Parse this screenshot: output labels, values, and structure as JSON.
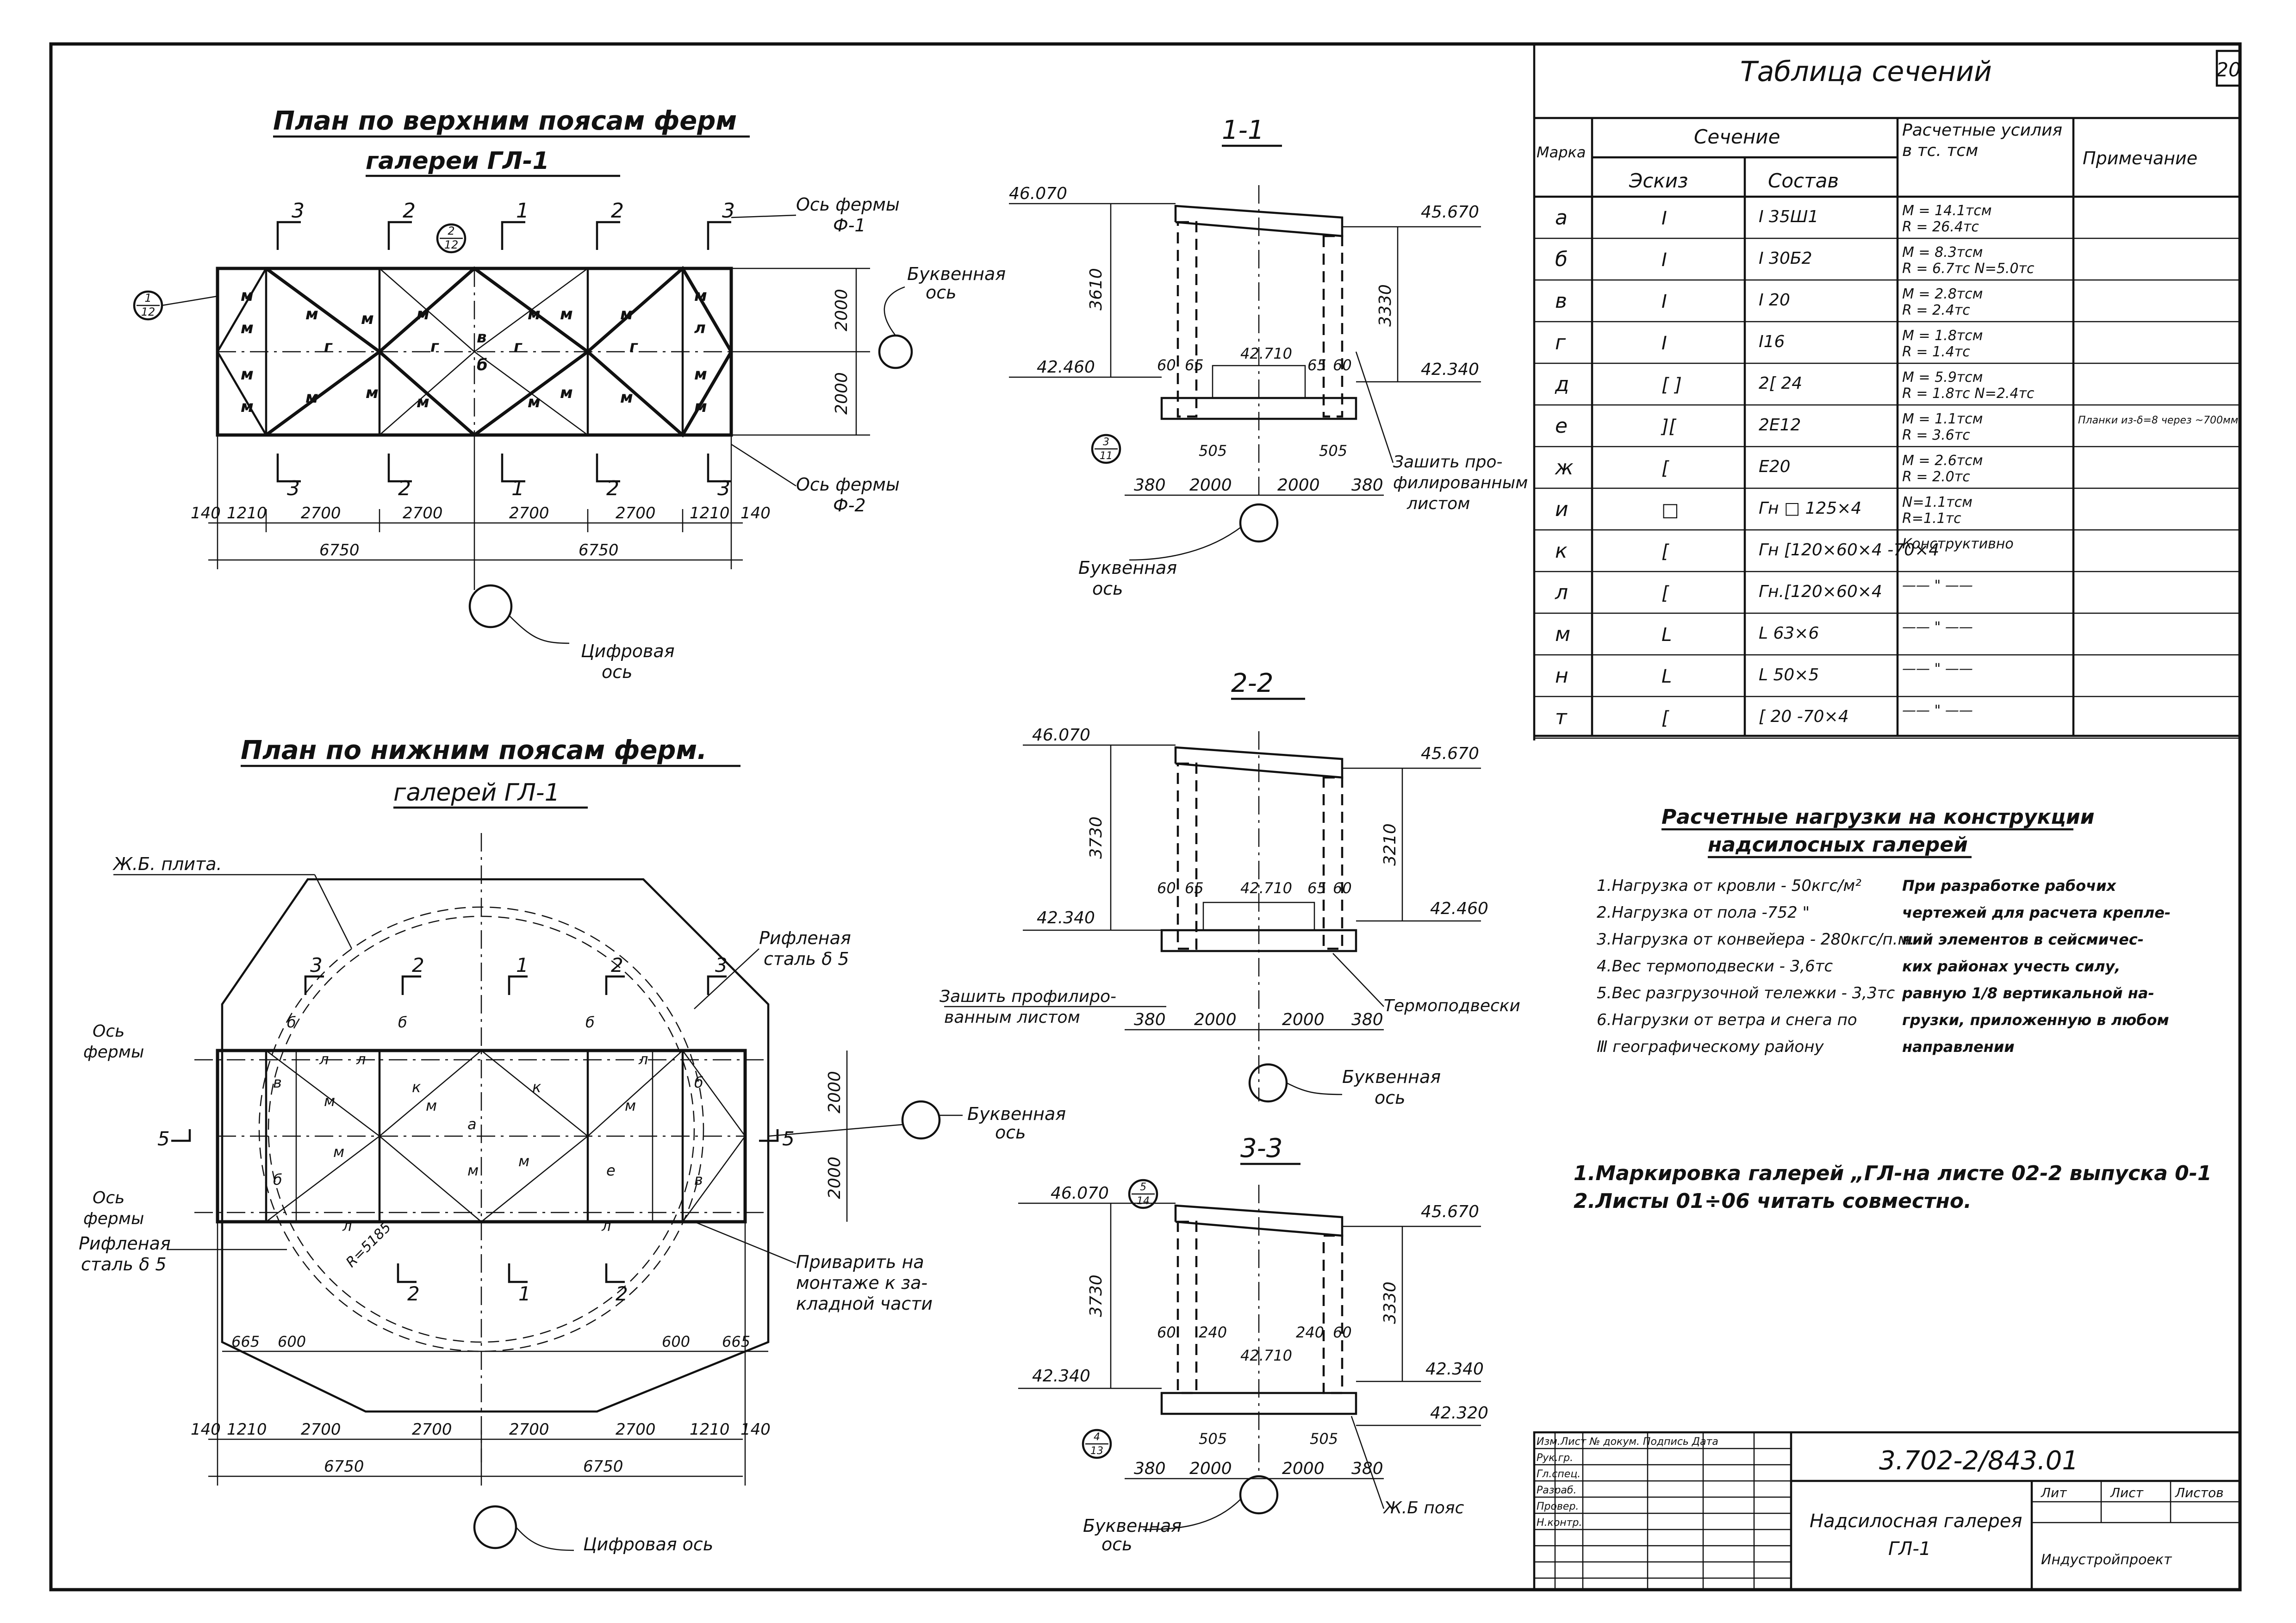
{
  "sheet_number": "20",
  "plan_top": {
    "title": "План по верхним поясам ферм",
    "subtitle": "галереи ГЛ-1",
    "truss_axis_1": "Ось фермы",
    "truss_axis_1_name": "Ф-1",
    "truss_axis_2": "Ось фермы",
    "truss_axis_2_name": "Ф-2",
    "letter_axis": "Буквенная",
    "letter_axis_2": "ось",
    "digit_axis": "Цифровая",
    "digit_axis_2": "ось",
    "dims": [
      "140",
      "1210",
      "2700",
      "2700",
      "2700",
      "2700",
      "1210",
      "140"
    ],
    "dims_total": [
      "6750",
      "6750"
    ],
    "dims_side": [
      "2000",
      "2000"
    ],
    "section_marks": [
      "3",
      "2",
      "1",
      "2",
      "3"
    ],
    "node_ref_1": "1/12",
    "node_ref_2": "2/12"
  },
  "plan_bottom": {
    "title": "План по нижним поясам ферм.",
    "subtitle": "галерей ГЛ-1",
    "slab": "Ж.Б. плита.",
    "steel_1": "Рифленая",
    "steel_1b": "сталь δ 5",
    "steel_2": "Рифленая",
    "steel_2b": "сталь δ 5",
    "truss_axis_top": "Ось",
    "truss_axis_top_b": "фермы",
    "truss_axis_bot": "Ось",
    "truss_axis_bot_b": "фермы",
    "letter_axis": "Буквенная",
    "letter_axis_2": "ось",
    "digit_axis": "Цифровая ось",
    "weld_note_1": "Приварить на",
    "weld_note_2": "монтаже к за-",
    "weld_note_3": "кладной части",
    "radius": "R=5185",
    "dims": [
      "140",
      "1210",
      "2700",
      "2700",
      "2700",
      "2700",
      "1210",
      "140"
    ],
    "dims_total": [
      "6750",
      "6750"
    ],
    "dims_side": [
      "2000",
      "2000"
    ],
    "dims_edge": [
      "665",
      "600",
      "600",
      "665"
    ]
  },
  "section_1": {
    "label": "1-1",
    "elev_top_left": "46.070",
    "elev_top_right": "45.670",
    "elev_mid_left": "42.460",
    "elev_mid_right": "42.340",
    "elev_inner": "42.710",
    "height_left": "3610",
    "height_right": "3330",
    "wall_dims": [
      "60",
      "65",
      "65",
      "60"
    ],
    "bottom_dims": [
      "380",
      "2000",
      "2000",
      "380"
    ],
    "beam_dims": [
      "505",
      "505"
    ],
    "note_1": "Зашить про-",
    "note_2": "филированным",
    "note_3": "листом",
    "letter_axis": "Буквенная",
    "letter_axis_2": "ось",
    "node_ref": "3/11"
  },
  "section_2": {
    "label": "2-2",
    "elev_top_left": "46.070",
    "elev_top_right": "45.670",
    "elev_mid_left": "42.340",
    "elev_mid_right": "42.460",
    "elev_inner": "42.710",
    "height_left": "3730",
    "height_right": "3210",
    "wall_dims": [
      "60",
      "65",
      "65",
      "60"
    ],
    "bottom_dims": [
      "380",
      "2000",
      "2000",
      "380"
    ],
    "note_1": "Зашить профилиро-",
    "note_2": "ванным листом",
    "note_3": "Термоподвески",
    "letter_axis": "Буквенная",
    "letter_axis_2": "ось"
  },
  "section_3": {
    "label": "3-3",
    "elev_top_left": "46.070",
    "elev_top_right": "45.670",
    "elev_mid_left": "42.340",
    "elev_mid_right": "42.340",
    "elev_low_right": "42.320",
    "elev_inner": "42.710",
    "height_left": "3730",
    "height_right": "3330",
    "wall_dims": [
      "60",
      "240",
      "240",
      "60"
    ],
    "bottom_dims": [
      "380",
      "2000",
      "2000",
      "380"
    ],
    "beam_dims": [
      "505",
      "505"
    ],
    "note_1": "Ж.Б пояс",
    "letter_axis": "Буквенная",
    "letter_axis_2": "ось",
    "node_ref_1": "5/14",
    "node_ref_2": "4/13"
  },
  "table": {
    "title": "Таблица сечений",
    "headers": {
      "mark": "Марка",
      "section": "Сечение",
      "sketch": "Эскиз",
      "composition": "Состав",
      "forces": "Расчетные усилия в тс. тсм",
      "note": "Примечание"
    },
    "rows": [
      {
        "mark": "а",
        "sketch": "I",
        "comp": "I 35Ш1",
        "f1": "M = 14.1тсм",
        "f2": "R = 26.4тс",
        "note": ""
      },
      {
        "mark": "б",
        "sketch": "I",
        "comp": "I 30Б2",
        "f1": "M = 8.3тсм",
        "f2": "R = 6.7тс N=5.0тс",
        "note": ""
      },
      {
        "mark": "в",
        "sketch": "I",
        "comp": "I 20",
        "f1": "M = 2.8тсм",
        "f2": "R = 2.4тс",
        "note": ""
      },
      {
        "mark": "г",
        "sketch": "I",
        "comp": "I16",
        "f1": "M = 1.8тсм",
        "f2": "R = 1.4тс",
        "note": ""
      },
      {
        "mark": "д",
        "sketch": "[ ]",
        "comp": "2[ 24",
        "f1": "M = 5.9тсм",
        "f2": "R = 1.8тс N=2.4тс",
        "note": ""
      },
      {
        "mark": "е",
        "sketch": "][",
        "comp": "2Е12",
        "f1": "M = 1.1тсм",
        "f2": "R = 3.6тс",
        "note": "Планки из-δ=8 через ~700мм"
      },
      {
        "mark": "ж",
        "sketch": "[",
        "comp": "Е20",
        "f1": "M = 2.6тсм",
        "f2": "R = 2.0тс",
        "note": ""
      },
      {
        "mark": "и",
        "sketch": "□",
        "comp": "Гн □ 125×4",
        "f1": "N=1.1тсм",
        "f2": "R=1.1тс",
        "note": ""
      },
      {
        "mark": "к",
        "sketch": "[",
        "comp": "Гн [120×60×4 -70×4",
        "f1": "Конструктивно",
        "f2": "",
        "note": ""
      },
      {
        "mark": "л",
        "sketch": "[",
        "comp": "Гн.[120×60×4",
        "f1": "—— \" ——",
        "f2": "",
        "note": ""
      },
      {
        "mark": "м",
        "sketch": "L",
        "comp": "L 63×6",
        "f1": "—— \" ——",
        "f2": "",
        "note": ""
      },
      {
        "mark": "н",
        "sketch": "L",
        "comp": "L 50×5",
        "f1": "—— \" ——",
        "f2": "",
        "note": ""
      },
      {
        "mark": "т",
        "sketch": "[",
        "comp": "[ 20 -70×4",
        "f1": "—— \" ——",
        "f2": "",
        "note": ""
      }
    ]
  },
  "loads": {
    "title_1": "Расчетные нагрузки на конструкции",
    "title_2": "надсилосных галерей",
    "items": [
      "1.Нагрузка от кровли  - 50кгс/м²",
      "2.Нагрузка от пола   -752 \"",
      "3.Нагрузка от конвейера - 280кгс/п.м.",
      "4.Вес термоподвески - 3,6тс",
      "5.Вес разгрузочной тележки - 3,3тс",
      "6.Нагрузки от ветра и снега по",
      "Ⅲ географическому району"
    ],
    "seismic": [
      "При разработке рабочих",
      "чертежей для расчета крепле-",
      "ний элементов в сейсмичес-",
      "ких районах учесть силу,",
      "равную 1/8 вертикальной на-",
      "грузки, приложенную в любом",
      "направлении"
    ]
  },
  "notes": [
    "1.Маркировка галерей „ГЛ-на листе 02-2 выпуска 0-1",
    "2.Листы  01÷06   читать совместно."
  ],
  "stamp": {
    "code": "3.702-2/843.01",
    "title_1": "Надсилосная галерея",
    "title_2": "ГЛ-1",
    "stage": "Лит",
    "sheet": "Лист",
    "sheets": "Листов",
    "org": "Индустройпроект",
    "rows": [
      "Изм.Лист № докум. Подпись Дата",
      "Рук.гр.",
      "Гл.спец.",
      "Разраб.",
      "Провер.",
      "Н.контр."
    ]
  }
}
